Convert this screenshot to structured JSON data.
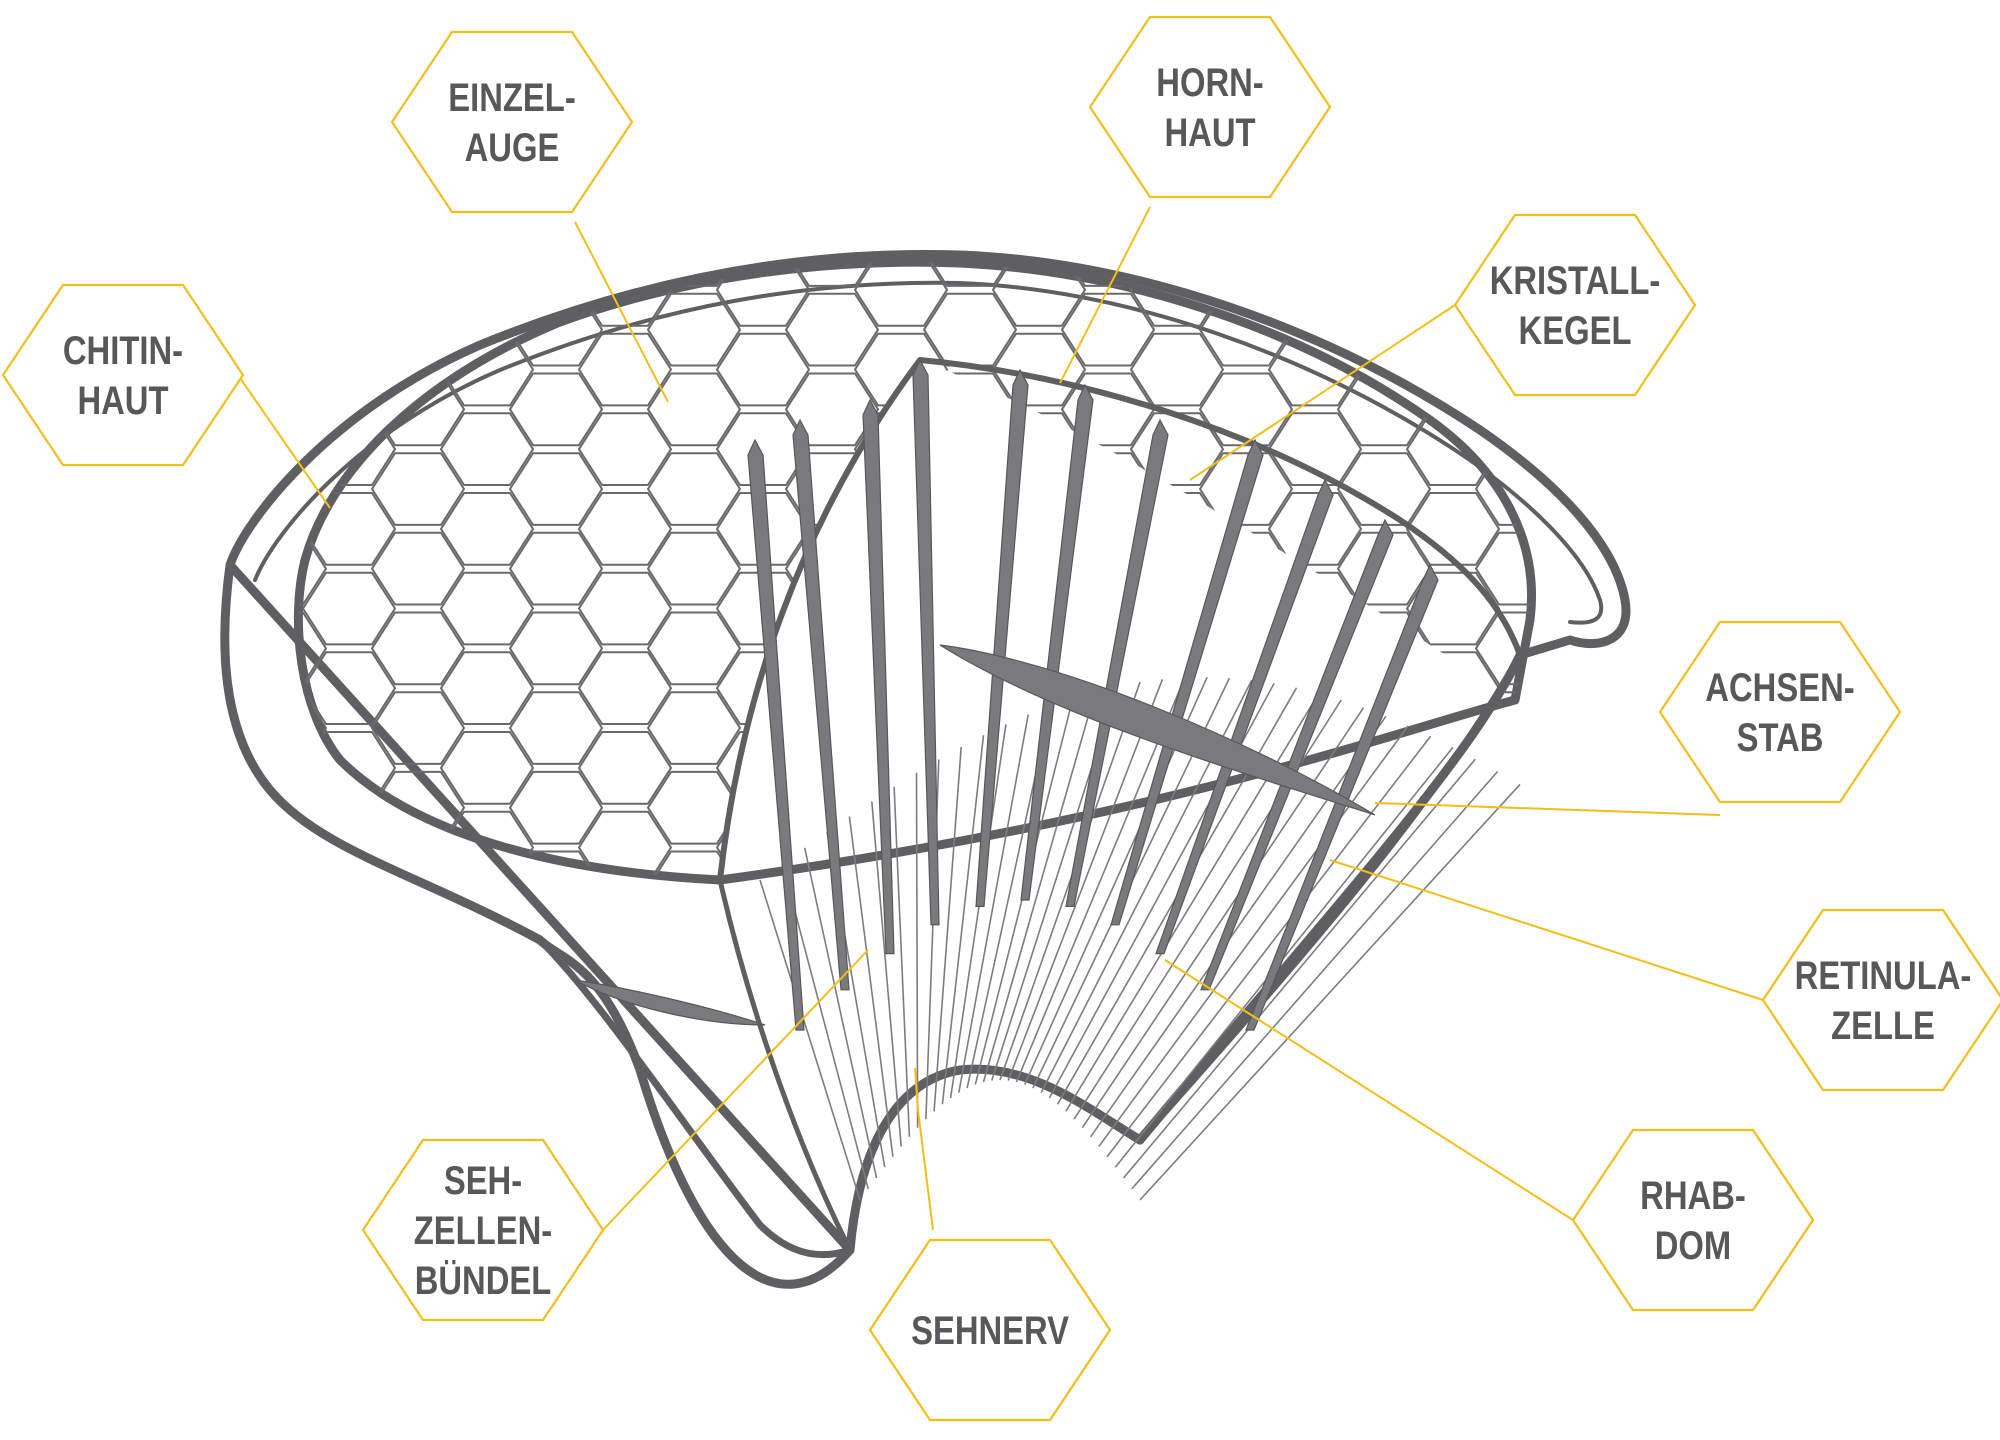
{
  "diagram": {
    "labels": [
      {
        "key": "einzelauge",
        "lines": [
          "EINZEL-",
          "AUGE"
        ]
      },
      {
        "key": "hornhaut",
        "lines": [
          "HORN-",
          "HAUT"
        ]
      },
      {
        "key": "chitinhaut",
        "lines": [
          "CHITIN-",
          "HAUT"
        ]
      },
      {
        "key": "kristallkegel",
        "lines": [
          "KRISTALL-",
          "KEGEL"
        ]
      },
      {
        "key": "achsenstab",
        "lines": [
          "ACHSEN-",
          "STAB"
        ]
      },
      {
        "key": "retinulazelle",
        "lines": [
          "RETINULA-",
          "ZELLE"
        ]
      },
      {
        "key": "rhabdom",
        "lines": [
          "RHAB-",
          "DOM"
        ]
      },
      {
        "key": "sehzellenbuendel",
        "lines": [
          "SEH-",
          "ZELLEN-",
          "BÜNDEL"
        ]
      },
      {
        "key": "sehnerv",
        "lines": [
          "SEHNERV"
        ]
      }
    ],
    "colors": {
      "accent": "#F2BE1A",
      "text": "#58585a",
      "outline": "#5f5f61",
      "fill": "#7a7a7c"
    }
  }
}
